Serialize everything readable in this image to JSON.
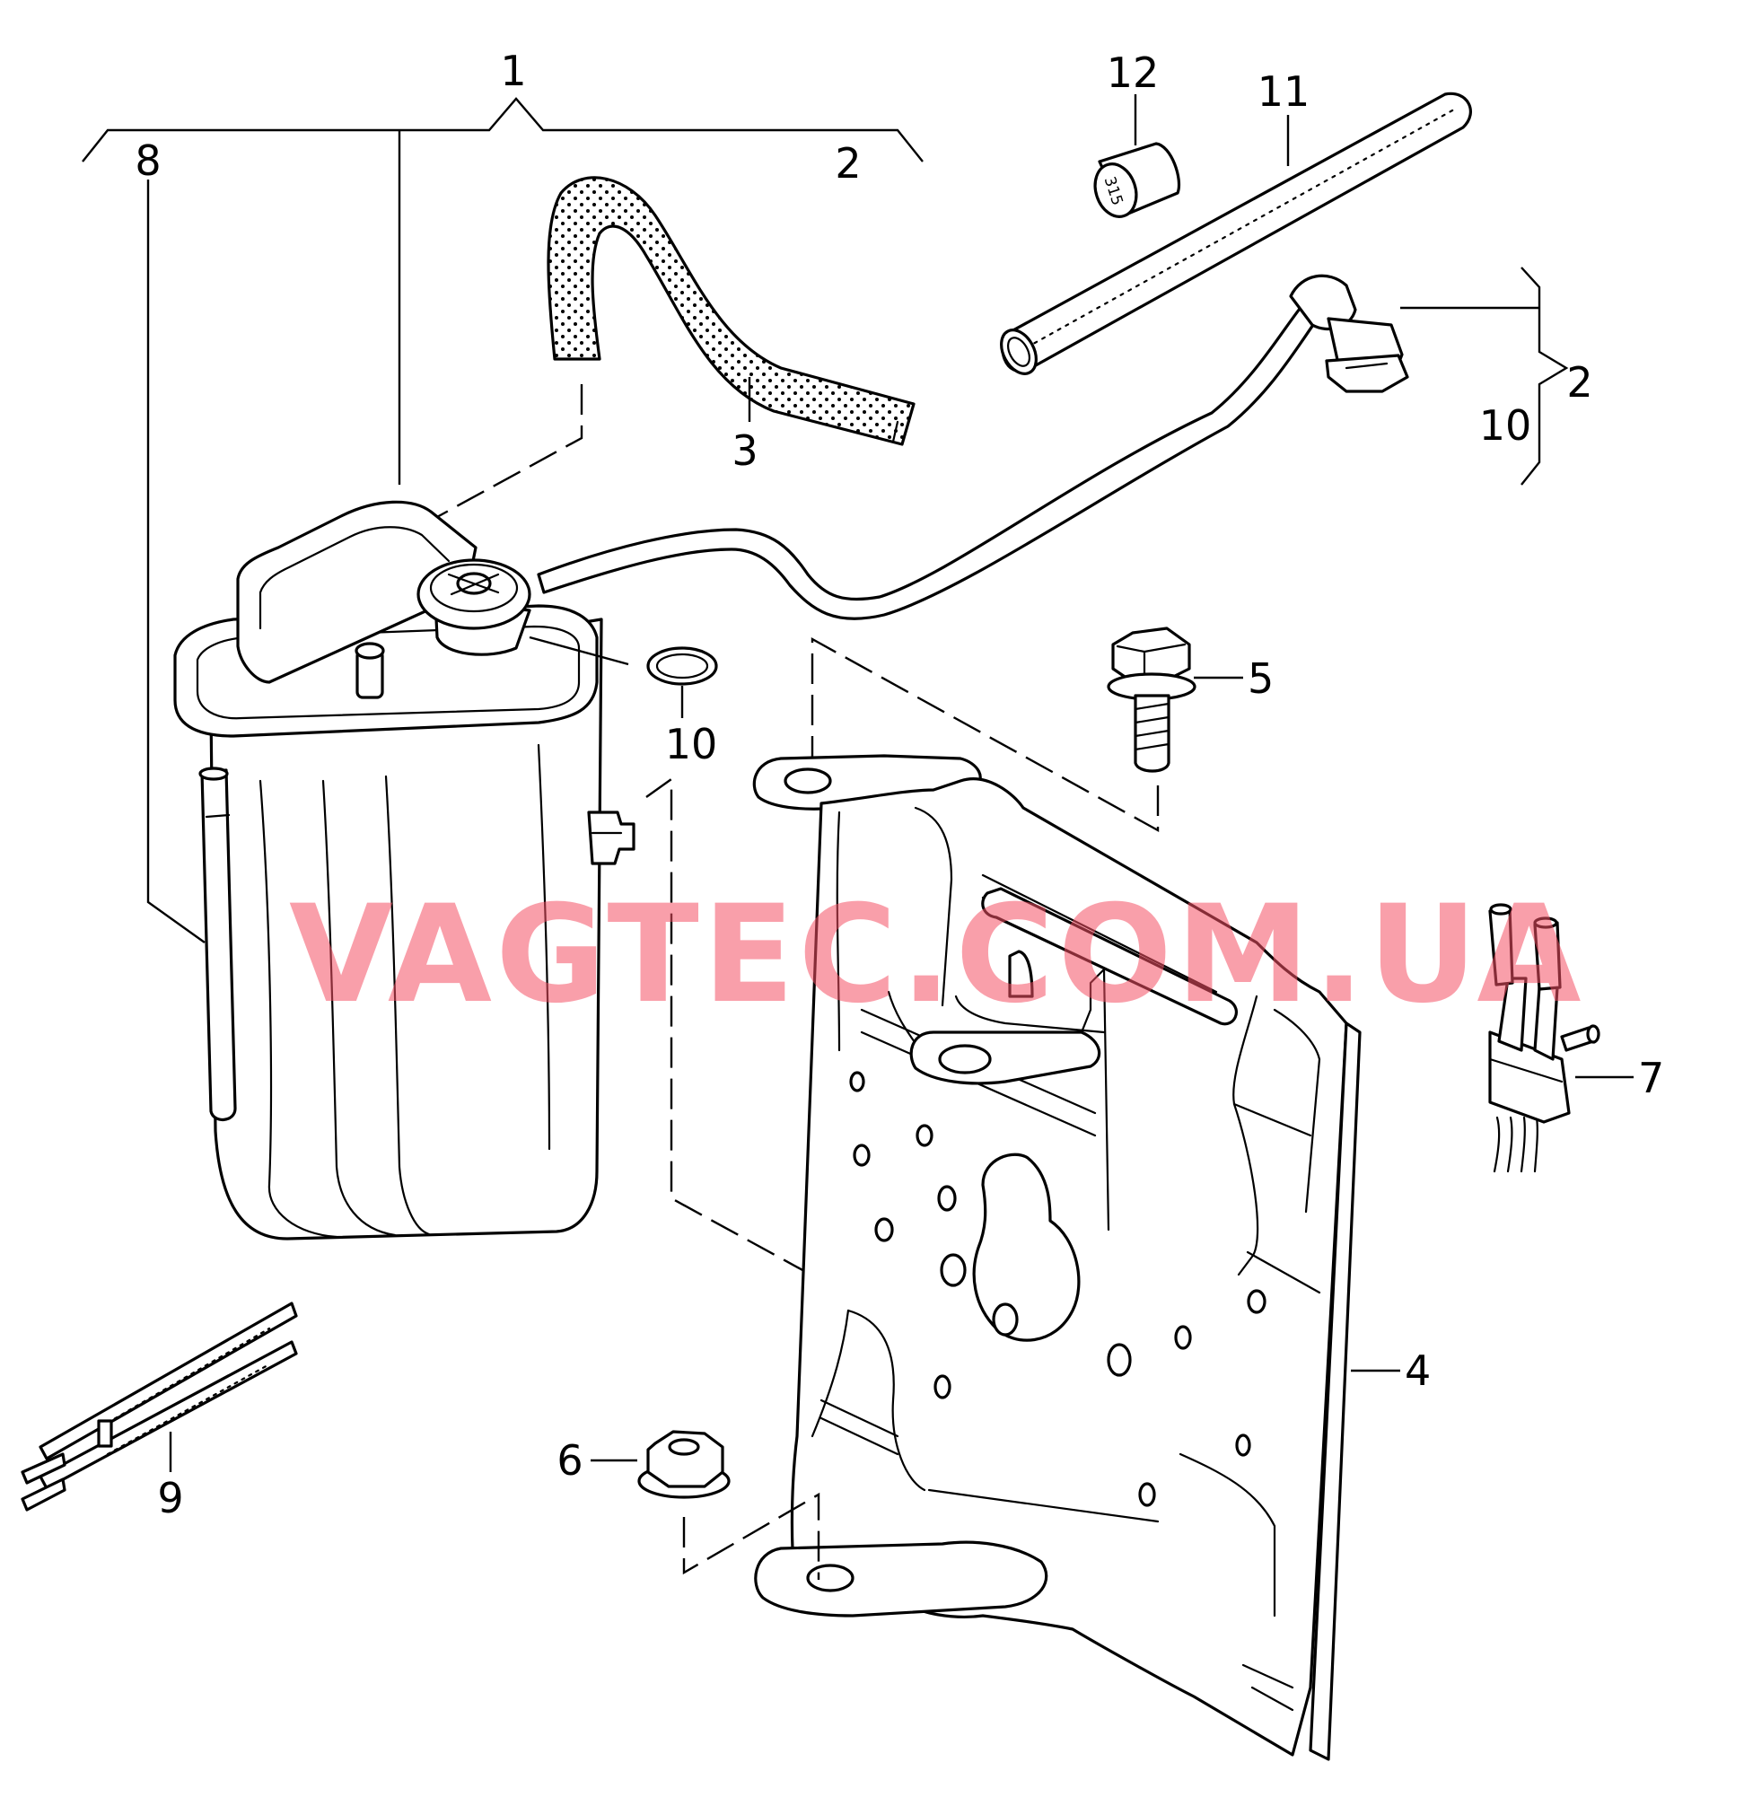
{
  "watermark": "VAGTEC.COM.UA",
  "callouts": {
    "c1": "1",
    "c2a": "2",
    "c2b": "2",
    "c3": "3",
    "c4": "4",
    "c5": "5",
    "c6": "6",
    "c7": "7",
    "c8": "8",
    "c9": "9",
    "c10a": "10",
    "c10b": "10",
    "c11": "11",
    "c12": "12"
  },
  "labels": {
    "part12_text": "315"
  },
  "colors": {
    "line": "#000000",
    "watermark": "#f45064"
  }
}
